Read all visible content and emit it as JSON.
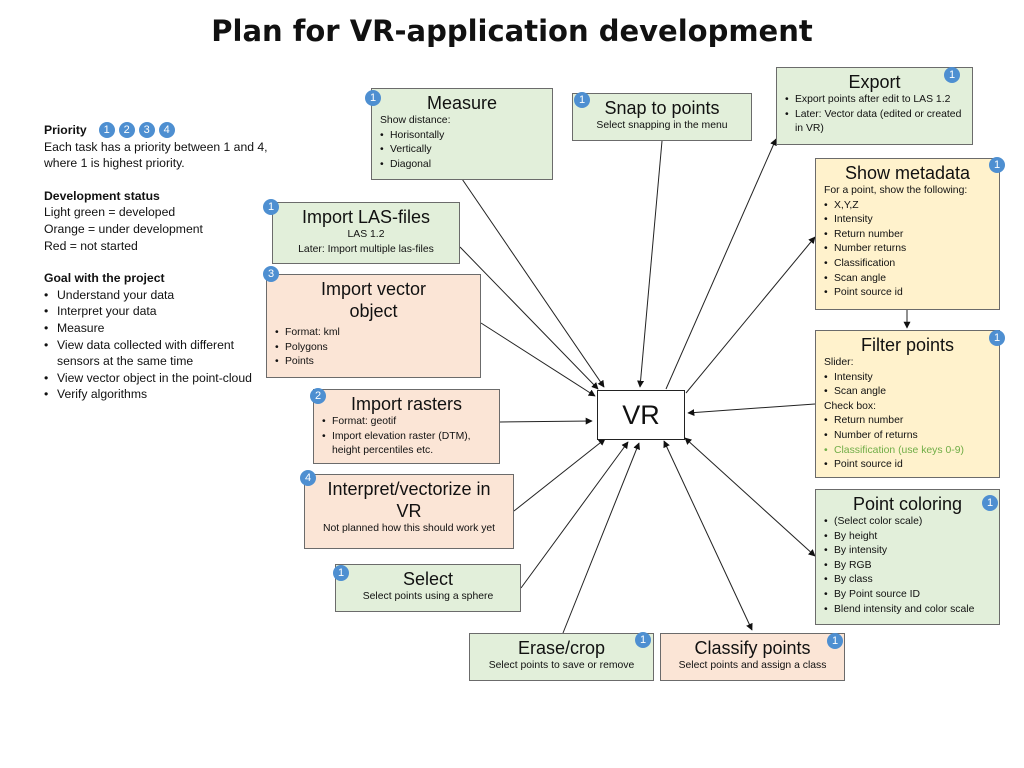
{
  "title": "Plan for VR-application development",
  "legend": {
    "priority_label": "Priority",
    "priority_badges": [
      "1",
      "2",
      "3",
      "4"
    ],
    "priority_text": "Each task has a priority between 1 and 4, where 1 is highest priority.",
    "status_heading": "Development status",
    "status_lines": [
      "Light green = developed",
      "Orange = under development",
      "Red = not started"
    ],
    "goal_heading": "Goal with the project",
    "goals": [
      "Understand your data",
      "Interpret your data",
      "Measure",
      "View data collected with different sensors at the same time",
      "View vector object in the point-cloud",
      "Verify algorithms"
    ]
  },
  "center": {
    "label": "VR"
  },
  "nodes": {
    "measure": {
      "title": "Measure",
      "priority": "1",
      "subtitle": "Show distance:",
      "items": [
        "Horisontally",
        "Vertically",
        "Diagonal"
      ]
    },
    "snap": {
      "title": "Snap to points",
      "priority": "1",
      "text": "Select snapping in the menu"
    },
    "export": {
      "title": "Export",
      "priority": "1",
      "items": [
        "Export points after edit to LAS 1.2",
        "Later: Vector data (edited or created in VR)"
      ]
    },
    "metadata": {
      "title": "Show metadata",
      "priority": "1",
      "subtitle": "For a point, show the following:",
      "items": [
        "X,Y,Z",
        "Intensity",
        "Return number",
        "Number returns",
        "Classification",
        "Scan angle",
        "Point source id"
      ]
    },
    "filter": {
      "title": "Filter points",
      "priority": "1",
      "slider_label": "Slider:",
      "slider_items": [
        "Intensity",
        "Scan angle"
      ],
      "checkbox_label": "Check box:",
      "checkbox_items": [
        "Return number",
        "Number of returns",
        "Classification (use keys 0-9)",
        "Point source id"
      ]
    },
    "coloring": {
      "title": "Point coloring",
      "priority": "1",
      "items": [
        "(Select color scale)",
        "By height",
        "By intensity",
        "By RGB",
        "By class",
        "By Point source ID",
        "Blend intensity and color scale"
      ]
    },
    "import_las": {
      "title": "Import LAS-files",
      "priority": "1",
      "lines": [
        "LAS 1.2",
        "Later: Import multiple las-files"
      ]
    },
    "import_vector": {
      "title": "Import vector object",
      "priority": "3",
      "items": [
        "Format: kml",
        "Polygons",
        "Points"
      ]
    },
    "import_rasters": {
      "title": "Import rasters",
      "priority": "2",
      "items": [
        "Format: geotif",
        "Import elevation raster (DTM), height percentiles etc."
      ]
    },
    "interpret": {
      "title": "Interpret/vectorize in VR",
      "priority": "4",
      "text": "Not planned how this should work yet"
    },
    "select": {
      "title": "Select",
      "priority": "1",
      "text": "Select points using a sphere"
    },
    "erase": {
      "title": "Erase/crop",
      "priority": "1",
      "text": "Select points to save or remove"
    },
    "classify": {
      "title": "Classify points",
      "priority": "1",
      "text": "Select points and assign a class"
    }
  },
  "colors": {
    "developed": "#e2efda",
    "under_development": "#fff2cc",
    "not_started": "#fbe5d6",
    "priority_badge": "#4e8fd1",
    "highlight_text": "#70ad47"
  }
}
